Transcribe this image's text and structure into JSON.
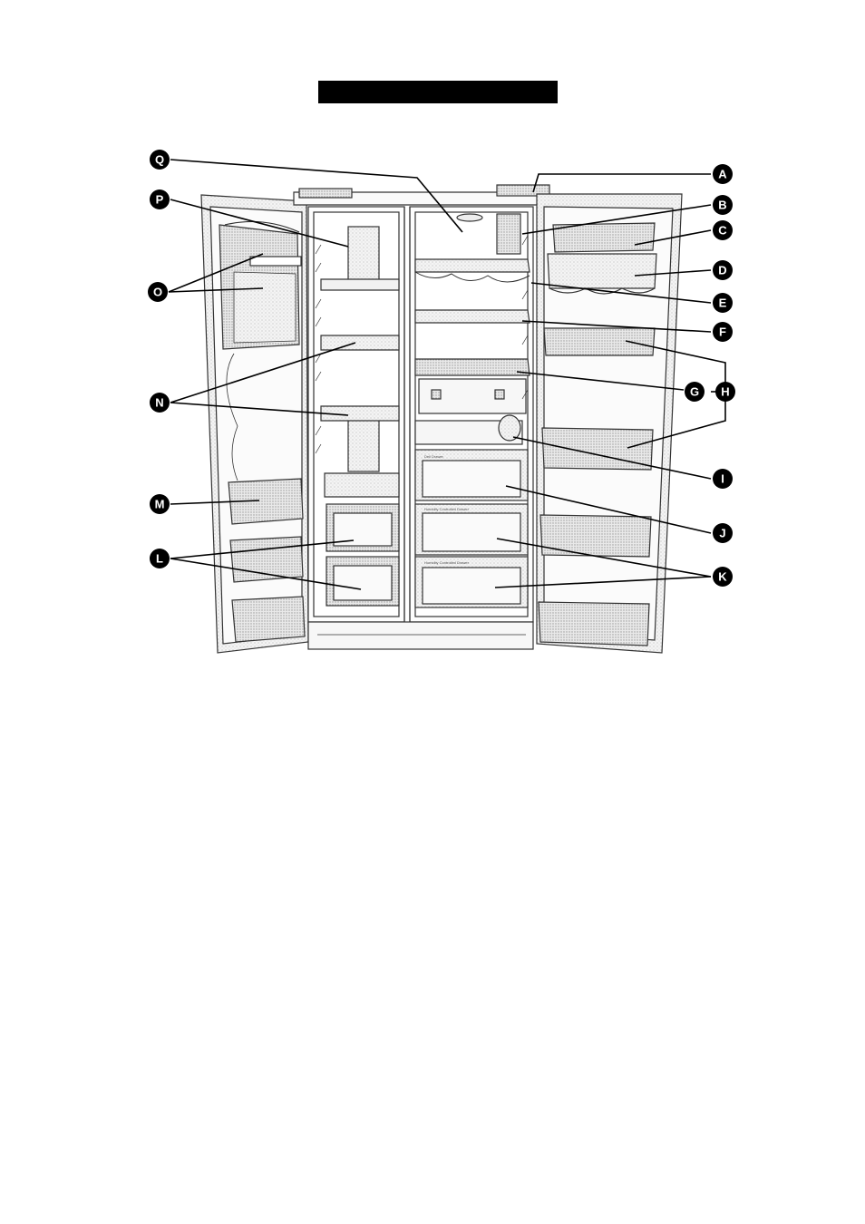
{
  "page": {
    "title_bar_color": "#000000"
  },
  "callouts": [
    {
      "id": "A",
      "letter": "A"
    },
    {
      "id": "B",
      "letter": "B"
    },
    {
      "id": "C",
      "letter": "C"
    },
    {
      "id": "D",
      "letter": "D"
    },
    {
      "id": "E",
      "letter": "E"
    },
    {
      "id": "F",
      "letter": "F"
    },
    {
      "id": "G",
      "letter": "G"
    },
    {
      "id": "H",
      "letter": "H"
    },
    {
      "id": "I",
      "letter": "I"
    },
    {
      "id": "J",
      "letter": "J"
    },
    {
      "id": "K",
      "letter": "K"
    },
    {
      "id": "L",
      "letter": "L"
    },
    {
      "id": "M",
      "letter": "M"
    },
    {
      "id": "N",
      "letter": "N"
    },
    {
      "id": "O",
      "letter": "O"
    },
    {
      "id": "P",
      "letter": "P"
    },
    {
      "id": "Q",
      "letter": "Q"
    }
  ],
  "drawer_labels": {
    "deli": "Deli Drawer",
    "crisper1": "Humidity Controlled Drawer",
    "crisper2": "Humidity Controlled Drawer"
  }
}
